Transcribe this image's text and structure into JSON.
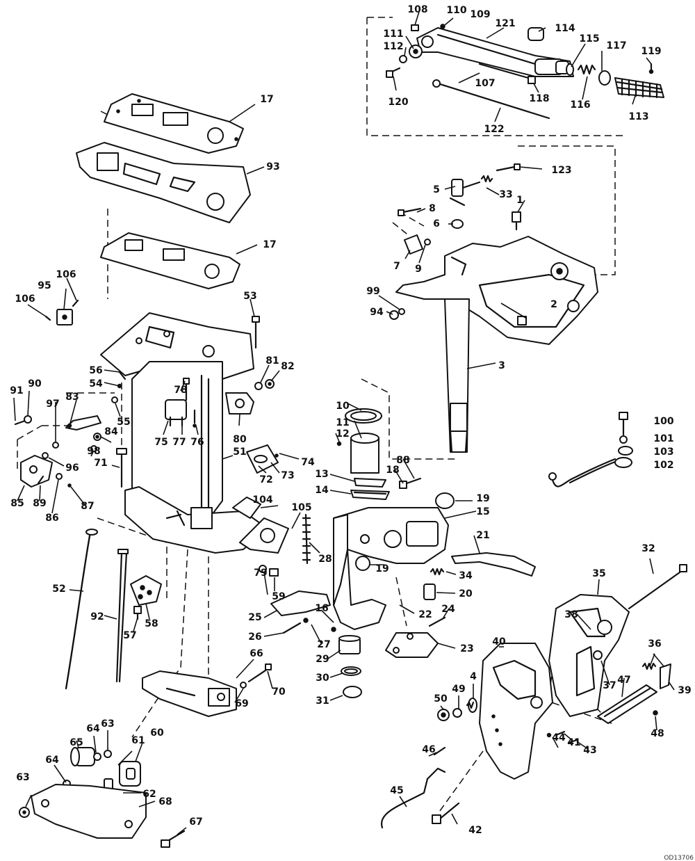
{
  "diagram": {
    "part_numbers": [
      "1",
      "2",
      "3",
      "4",
      "5",
      "6",
      "7",
      "8",
      "9",
      "10",
      "11",
      "12",
      "13",
      "14",
      "15",
      "16",
      "17",
      "17",
      "18",
      "19",
      "19",
      "20",
      "21",
      "22",
      "23",
      "24",
      "25",
      "26",
      "27",
      "28",
      "29",
      "30",
      "31",
      "32",
      "33",
      "34",
      "35",
      "36",
      "37",
      "38",
      "39",
      "40",
      "41",
      "42",
      "43",
      "44",
      "45",
      "46",
      "47",
      "48",
      "49",
      "50",
      "51",
      "52",
      "53",
      "54",
      "55",
      "56",
      "57",
      "58",
      "59",
      "60",
      "61",
      "62",
      "63",
      "63",
      "64",
      "64",
      "65",
      "66",
      "67",
      "68",
      "69",
      "70",
      "71",
      "72",
      "73",
      "74",
      "75",
      "76",
      "77",
      "78",
      "79",
      "80",
      "81",
      "82",
      "83",
      "84",
      "85",
      "86",
      "87",
      "88",
      "89",
      "90",
      "91",
      "92",
      "93",
      "94",
      "95",
      "96",
      "97",
      "98",
      "99",
      "100",
      "101",
      "102",
      "103",
      "104",
      "105",
      "106",
      "106",
      "107",
      "108",
      "109",
      "110",
      "111",
      "112",
      "113",
      "114",
      "115",
      "116",
      "117",
      "118",
      "119",
      "120",
      "121",
      "122",
      "123"
    ],
    "footer_code": "OD13706"
  }
}
